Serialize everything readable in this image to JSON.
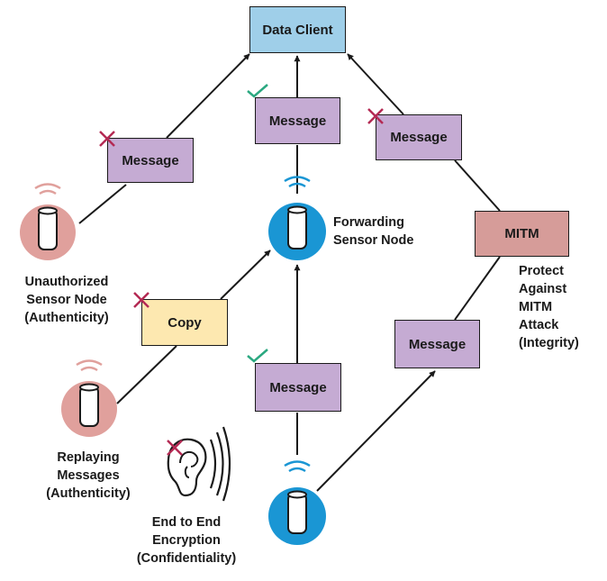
{
  "colors": {
    "data_client": "#9fcfe9",
    "message": "#c5abd3",
    "copy": "#fde8b0",
    "mitm": "#d69c99",
    "trusted_node": "#1a96d4",
    "untrusted_node": "#e0a09c",
    "check": "#2aa880",
    "cross": "#b42a54",
    "line": "#1a1a1a"
  },
  "boxes": {
    "data_client": "Data Client",
    "message_left": "Message",
    "message_center_top": "Message",
    "message_right_top": "Message",
    "mitm": "MITM",
    "copy": "Copy",
    "message_center_bottom": "Message",
    "message_right_bottom": "Message"
  },
  "labels": {
    "forwarding_node": [
      "Forwarding",
      "Sensor Node"
    ],
    "unauthorized_node": [
      "Unauthorized",
      "Sensor Node",
      "(Authenticity)"
    ],
    "replaying": [
      "Replaying",
      "Messages",
      "(Authenticity)"
    ],
    "encryption": [
      "End to End",
      "Encryption",
      "(Confidentiality)"
    ],
    "mitm_protect": [
      "Protect",
      "Against",
      "MITM",
      "Attack",
      "(Integrity)"
    ]
  },
  "icons": {
    "unauthorized_node": "sensor-node-icon",
    "replaying_node": "sensor-node-icon",
    "forwarding_node": "sensor-node-icon",
    "source_node": "sensor-node-icon",
    "eavesdropper": "ear-icon",
    "valid": "check-icon",
    "invalid": "cross-icon"
  }
}
